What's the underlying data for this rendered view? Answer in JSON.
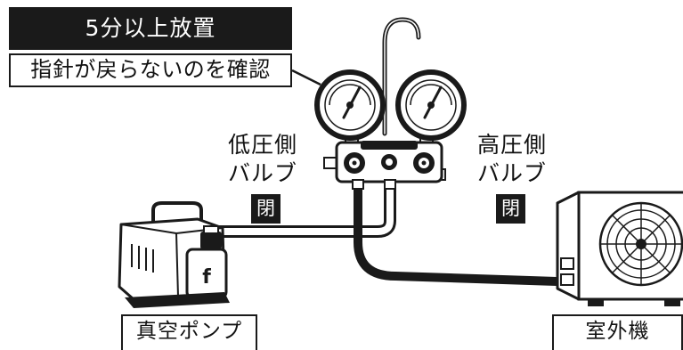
{
  "callout": {
    "time_instruction": "5分以上放置",
    "check_instruction": "指針が戻らないのを確認"
  },
  "valves": {
    "low": {
      "name_line1": "低圧側",
      "name_line2": "バルブ",
      "state": "閉"
    },
    "high": {
      "name_line1": "高圧側",
      "name_line2": "バルブ",
      "state": "閉"
    }
  },
  "devices": {
    "vacuum_pump": "真空ポンプ",
    "outdoor_unit": "室外機"
  }
}
